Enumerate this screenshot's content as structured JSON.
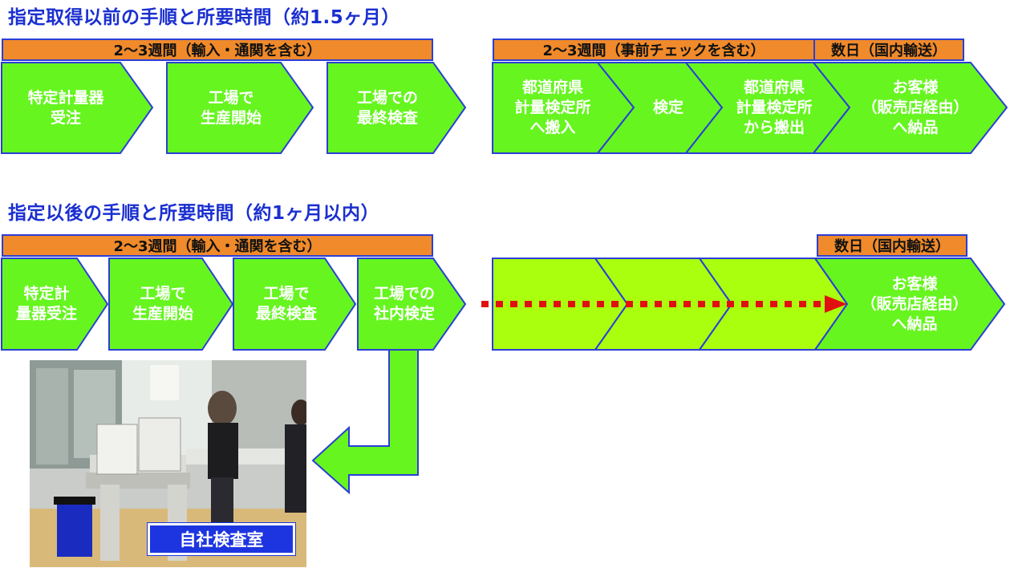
{
  "section1": {
    "title": "指定取得以前の手順と所要時間（約1.5ヶ月）",
    "bar_left": "2〜3週間（輸入・通関を含む）",
    "bar_mid": "2〜3週間（事前チェックを含む）",
    "bar_right": "数日（国内輸送）",
    "steps": [
      "特定計量器\n受注",
      "工場で\n生産開始",
      "工場での\n最終検査",
      "都道府県\n計量検定所\nへ搬入",
      "検定",
      "都道府県\n計量検定所\nから搬出",
      "お客様\n（販売店経由）\nへ納品"
    ]
  },
  "section2": {
    "title": "指定以後の手順と所要時間（約1ヶ月以内）",
    "bar_left": "2〜3週間（輸入・通関を含む）",
    "bar_right": "数日（国内輸送）",
    "steps": [
      "特定計\n量器受注",
      "工場で\n生産開始",
      "工場で\n最終検査",
      "工場での\n社内検定",
      "お客様\n（販売店経由）\nへ納品"
    ]
  },
  "photo_caption": "自社検査室",
  "colors": {
    "title": "#1a2fd0",
    "bar": "#f08a2a",
    "arrow_fill": "#66f51f",
    "arrow_skipped": "#aaff0f",
    "outline": "#2b3ed6",
    "dotted_line": "#e01010",
    "caption_bg": "#1d35e0"
  }
}
